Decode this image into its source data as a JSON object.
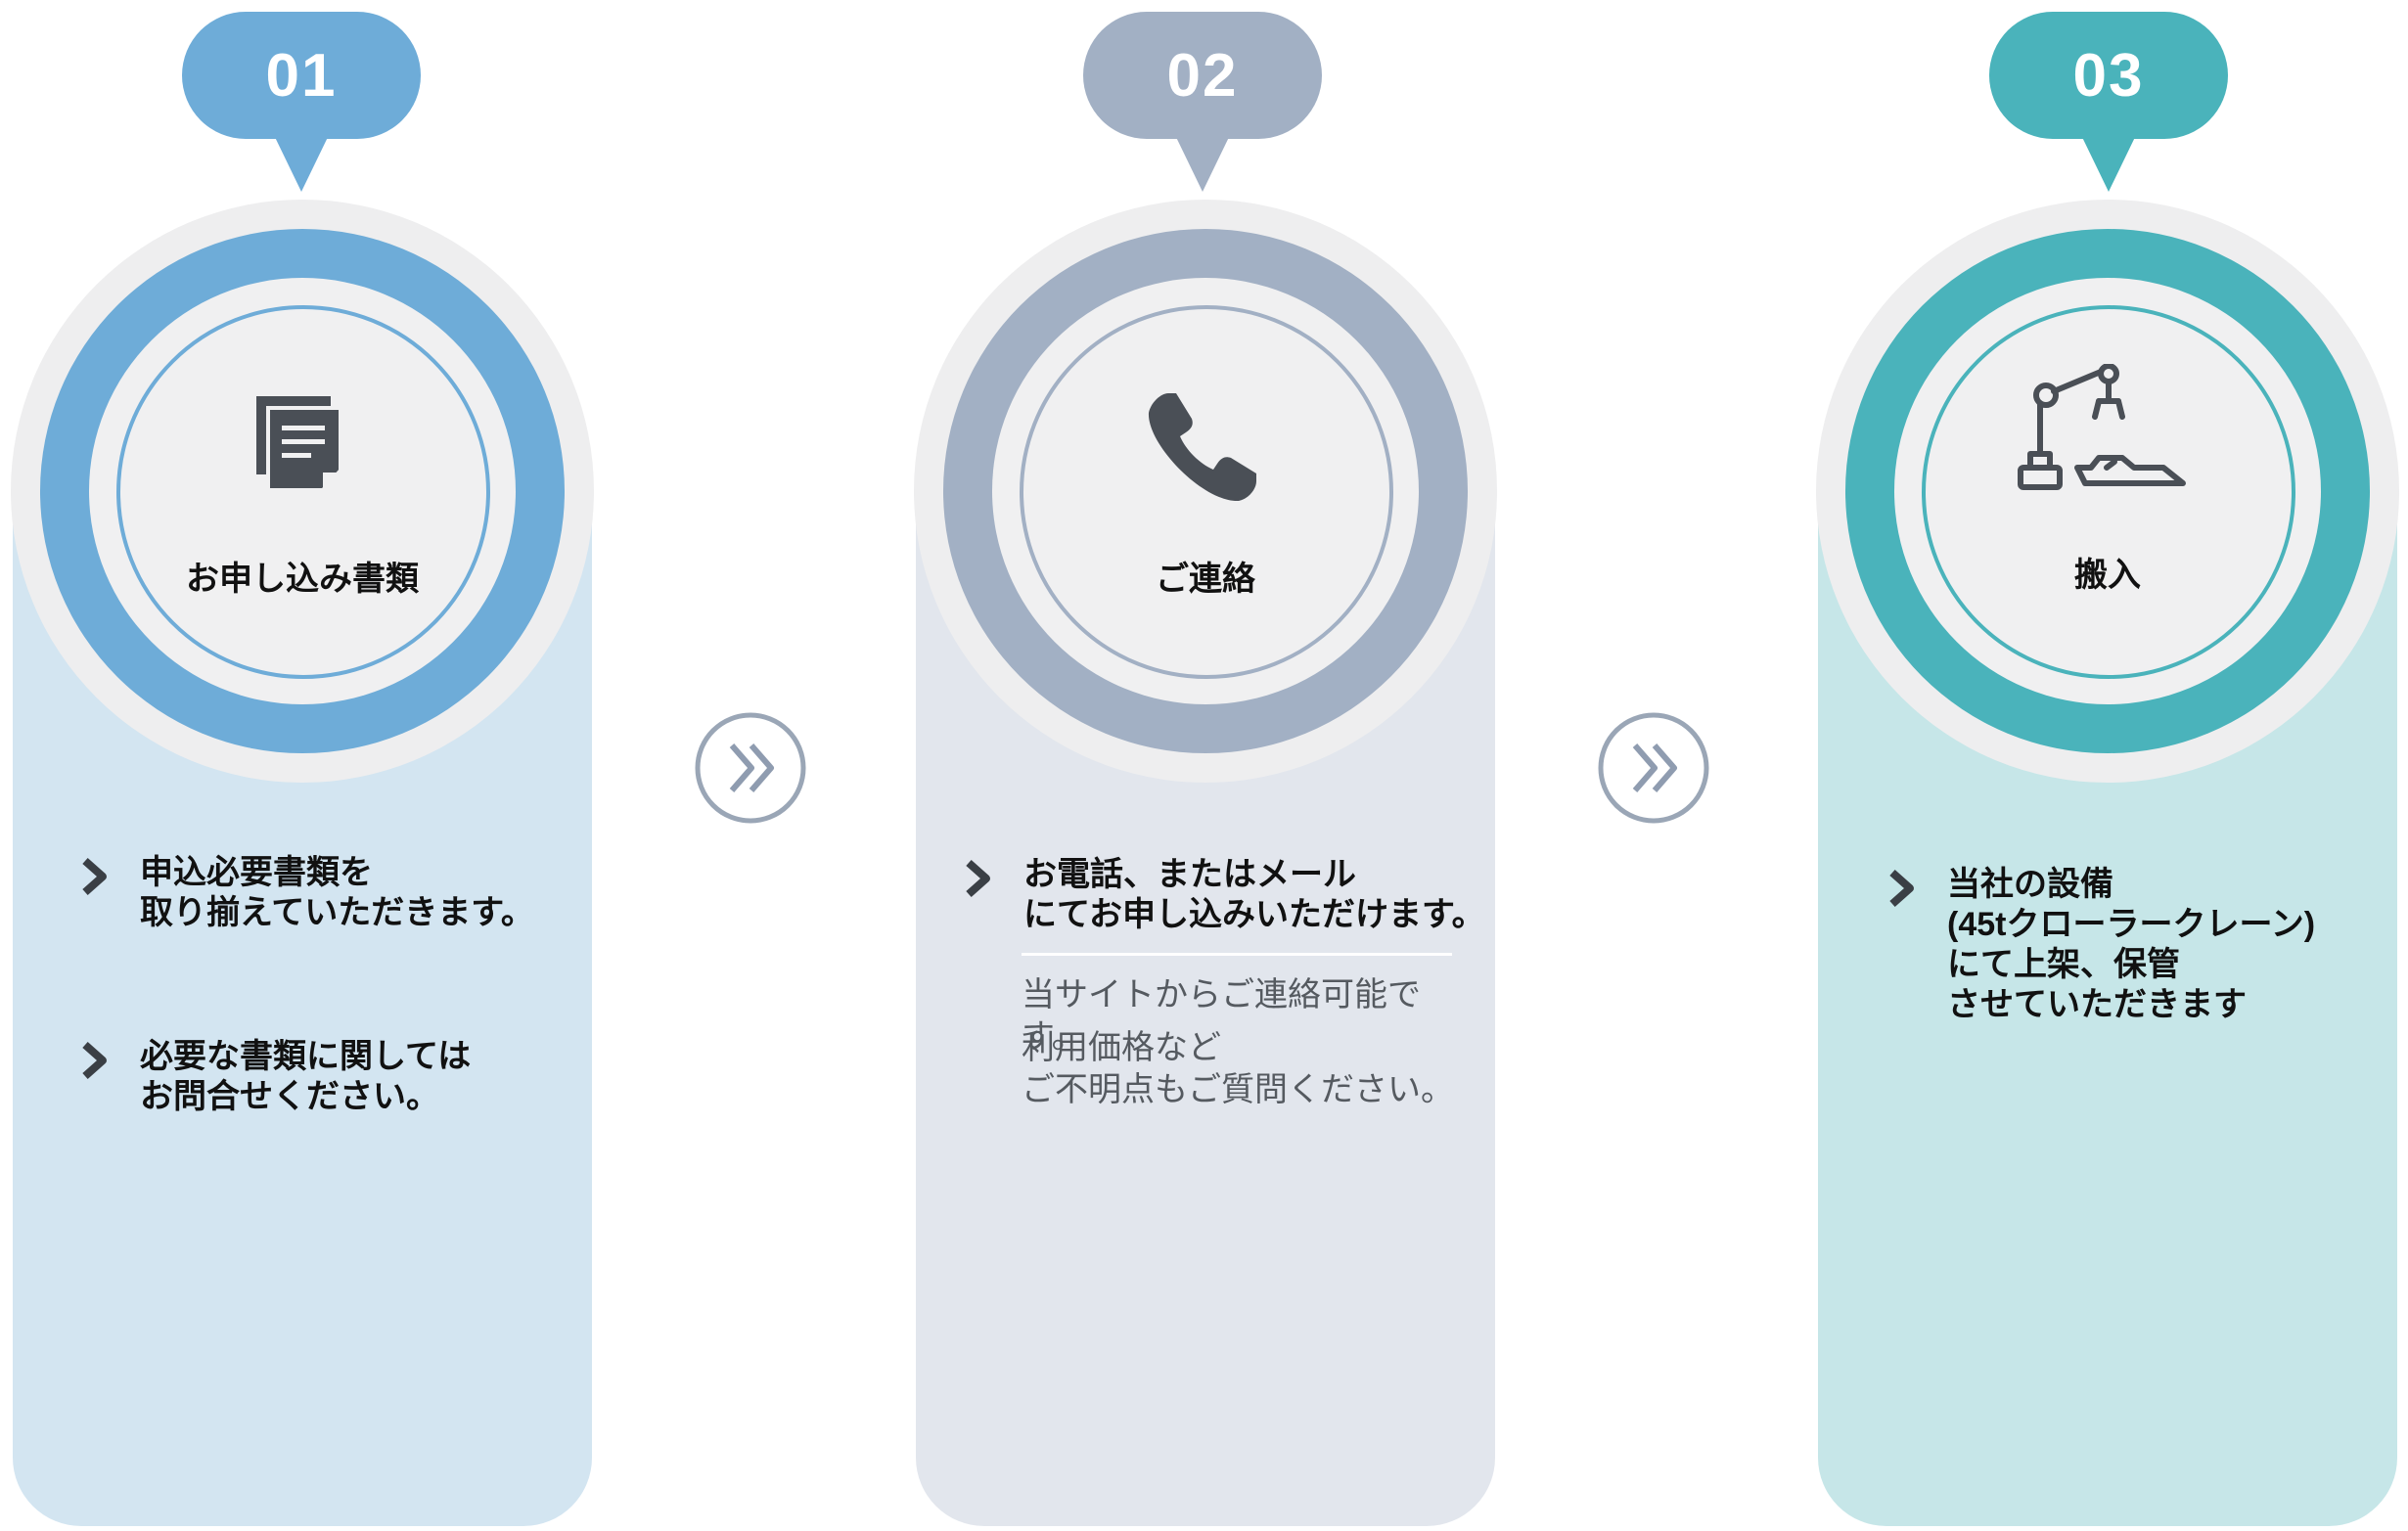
{
  "steps": [
    {
      "number": "01",
      "title": "お申し込み書類",
      "icon": "document-icon",
      "bullets": [
        "申込必要書類を\n取り揃えていただきます。",
        "必要な書類に関しては\nお問合せください。"
      ]
    },
    {
      "number": "02",
      "title": "ご連絡",
      "icon": "phone-icon",
      "bullets": [
        "お電話、またはメール\nにてお申し込みいただけます。"
      ],
      "notes": [
        "当サイトからご連絡可能です。",
        "利用価格など\nご不明点もご質問ください。"
      ]
    },
    {
      "number": "03",
      "title": "搬入",
      "icon": "crane-boat-icon",
      "bullets": [
        "当社の設備\n(45tクローラークレーン)\nにて上架、保管\nさせていただきます"
      ]
    }
  ],
  "colors": {
    "step1_accent": "#6eacd8",
    "step2_accent": "#a2b0c4",
    "step3_accent": "#4ab3bb",
    "icon_dark": "#4a4f56"
  },
  "connector_icon": "double-chevron-right-icon"
}
